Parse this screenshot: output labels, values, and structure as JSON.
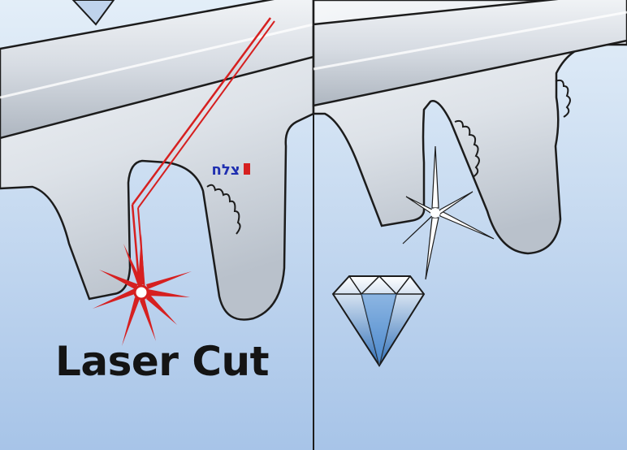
{
  "caption": "Laser Cut",
  "watermark": "צלח",
  "colors": {
    "sky_top": "#d7e6f5",
    "sky_bottom": "#a9c6ea",
    "steel_light": "#f2f4f7",
    "steel_mid": "#d4d9e0",
    "steel_dark": "#9aa3ae",
    "outline": "#1c1c1c",
    "laser_red": "#d62020",
    "diamond_blue": "#3d7fc7"
  },
  "panels": {
    "left": "laser-cut-teeth",
    "right": "diamond-sharpened-teeth"
  }
}
